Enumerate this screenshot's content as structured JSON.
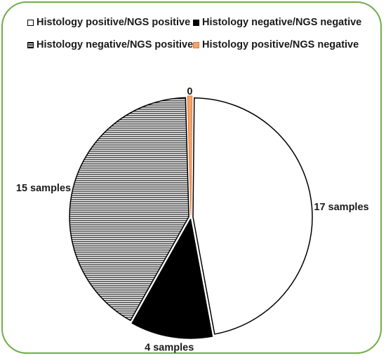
{
  "chart_data": {
    "type": "pie",
    "title": "",
    "legend_position": "top",
    "slices": [
      {
        "name": "Histology positive/NGS positive",
        "value": 17,
        "label": "17 samples",
        "color": "#ffffff",
        "pattern": "solid"
      },
      {
        "name": "Histology negative/NGS negative",
        "value": 4,
        "label": "4 samples",
        "color": "#000000",
        "pattern": "solid"
      },
      {
        "name": "Histology negative/NGS positive",
        "value": 15,
        "label": "15 samples",
        "color": "#000000",
        "pattern": "horizontal-stripes"
      },
      {
        "name": "Histology positive/NGS negative",
        "value": 0,
        "label": "0",
        "color": "#f4a46a",
        "pattern": "solid"
      }
    ]
  },
  "legend": {
    "items": [
      "Histology positive/NGS positive",
      "Histology negative/NGS negative",
      "Histology negative/NGS positive",
      "Histology positive/NGS negative"
    ]
  },
  "colors": {
    "frame_border": "#70ad47",
    "zero_slice_border": "#e07b39"
  }
}
